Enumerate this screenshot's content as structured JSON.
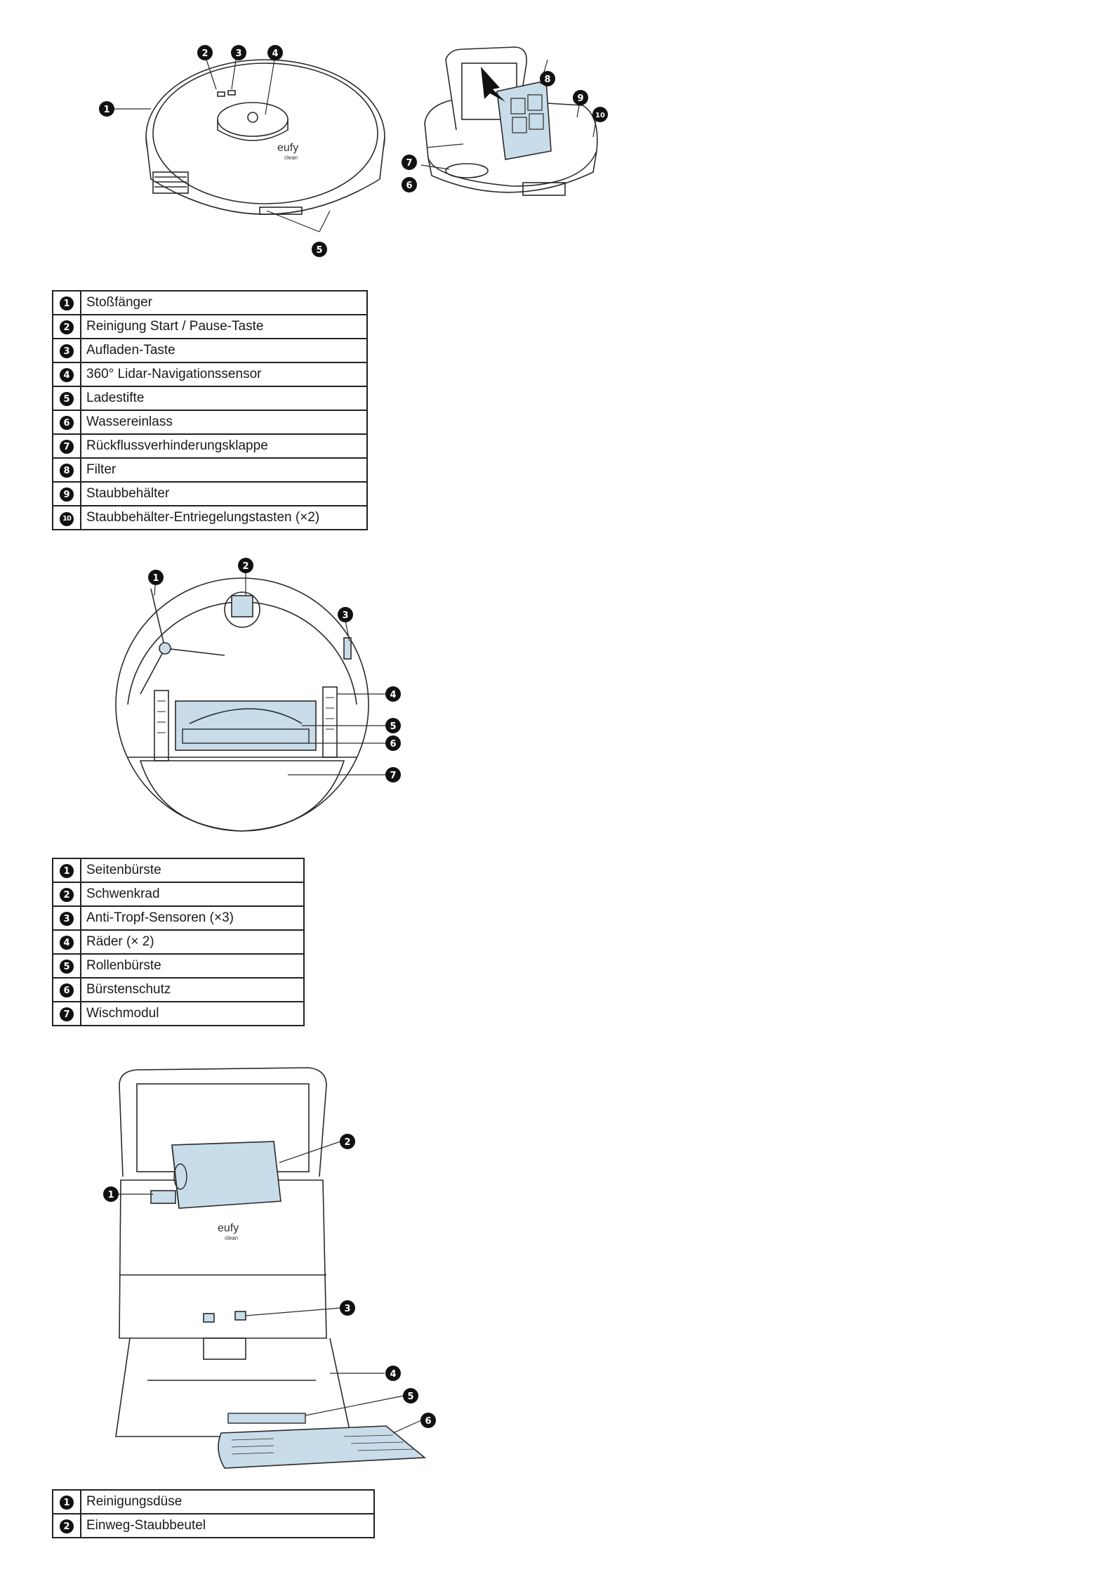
{
  "figure1": {
    "robot_brand": "eufy",
    "robot_sub": "clean",
    "callouts": [
      "1",
      "2",
      "3",
      "4",
      "5",
      "6",
      "7",
      "8",
      "9",
      "10"
    ]
  },
  "legend1": [
    {
      "num": "1",
      "label": "Stoßfänger"
    },
    {
      "num": "2",
      "label": "Reinigung Start / Pause-Taste"
    },
    {
      "num": "3",
      "label": "Aufladen-Taste"
    },
    {
      "num": "4",
      "label": "360° Lidar-Navigationssensor"
    },
    {
      "num": "5",
      "label": "Ladestifte"
    },
    {
      "num": "6",
      "label": "Wassereinlass"
    },
    {
      "num": "7",
      "label": "Rückflussverhinderungsklappe"
    },
    {
      "num": "8",
      "label": "Filter"
    },
    {
      "num": "9",
      "label": "Staubbehälter"
    },
    {
      "num": "10",
      "label": "Staubbehälter-Entriegelungstasten (×2)"
    }
  ],
  "figure2": {
    "callouts": [
      "1",
      "2",
      "3",
      "4",
      "5",
      "6",
      "7"
    ]
  },
  "legend2": [
    {
      "num": "1",
      "label": "Seitenbürste"
    },
    {
      "num": "2",
      "label": "Schwenkrad"
    },
    {
      "num": "3",
      "label": "Anti-Tropf-Sensoren (×3)"
    },
    {
      "num": "4",
      "label": "Räder (× 2)"
    },
    {
      "num": "5",
      "label": "Rollenbürste"
    },
    {
      "num": "6",
      "label": "Bürstenschutz"
    },
    {
      "num": "7",
      "label": "Wischmodul"
    }
  ],
  "figure3": {
    "station_brand": "eufy",
    "station_sub": "clean",
    "callouts": [
      "1",
      "2",
      "3",
      "4",
      "5",
      "6"
    ]
  },
  "legend3": [
    {
      "num": "1",
      "label": "Reinigungsdüse"
    },
    {
      "num": "2",
      "label": "Einweg-Staubbeutel"
    }
  ],
  "colors": {
    "accent_blue": "#c9dce9",
    "line": "#2a2a2a",
    "badge": "#111111"
  }
}
